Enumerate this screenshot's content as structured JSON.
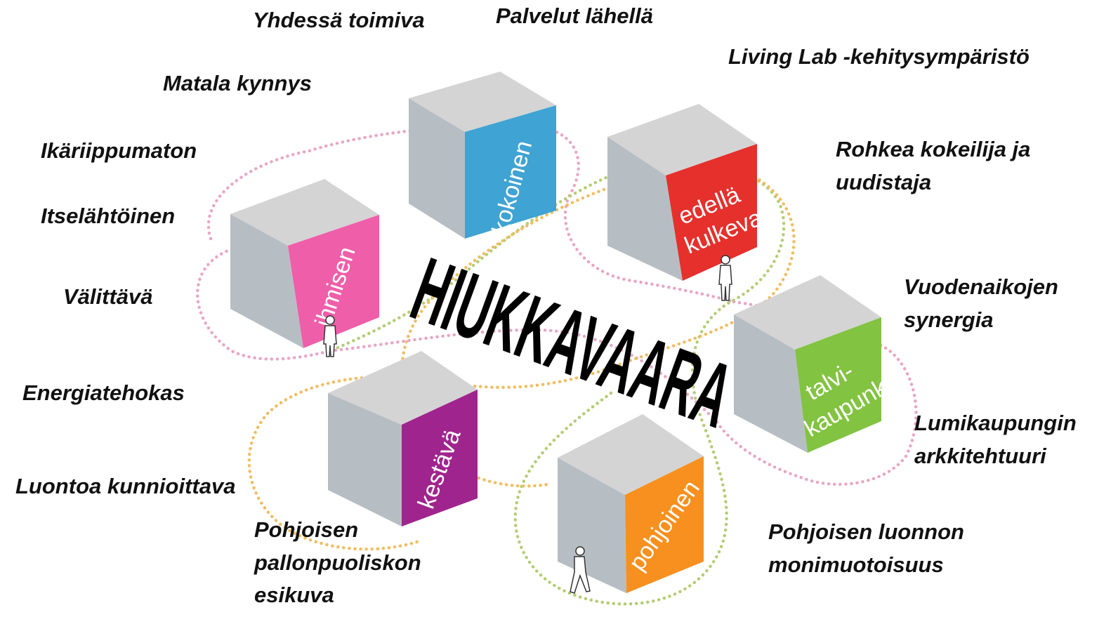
{
  "title": "HIUKKAVAARA",
  "colors": {
    "cube_top": "#d4d4d4",
    "cube_left": "#b7bec3",
    "kokoinen": "#3fa3d3",
    "edella_kulkeva": "#e5302c",
    "ihmisen": "#ef5ea9",
    "talvikaupunki": "#82c341",
    "kestava": "#a0248e",
    "pohjoinen": "#f7901e",
    "dots_pink": "#e8a7c4",
    "dots_green": "#b3cd74",
    "dots_orange": "#f0bd62"
  },
  "cubes": {
    "kokoinen": {
      "lines": [
        "kokoinen"
      ]
    },
    "edella_kulkeva": {
      "lines": [
        "edellä",
        "kulkeva"
      ]
    },
    "ihmisen": {
      "lines": [
        "ihmisen"
      ]
    },
    "talvikaupunki": {
      "lines": [
        "talvi-",
        "kaupunki"
      ]
    },
    "kestava": {
      "lines": [
        "kestävä"
      ]
    },
    "pohjoinen": {
      "lines": [
        "pohjoinen"
      ]
    }
  },
  "labels": {
    "yhdessa_toimiva": [
      "Yhdessä toimiva"
    ],
    "palvelut_lahella": [
      "Palvelut lähellä"
    ],
    "living_lab": [
      "Living Lab -kehitysympäristö"
    ],
    "matala_kynnys": [
      "Matala kynnys"
    ],
    "ikariippumaton": [
      "Ikäriippumaton"
    ],
    "rohkea_kokeilija": [
      "Rohkea kokeilija ja",
      "uudistaja"
    ],
    "itselahtoinen": [
      "Itselähtöinen"
    ],
    "vuodenaikojen_synergia": [
      "Vuodenaikojen",
      "synergia"
    ],
    "valittava": [
      "Välittävä"
    ],
    "energiatehokas": [
      "Energiatehokas"
    ],
    "lumikaupungin_arkkitehtuuri": [
      "Lumikaupungin",
      "arkkitehtuuri"
    ],
    "luontoa_kunnioittava": [
      "Luontoa kunnioittava"
    ],
    "pohjoisen_pallonpuoliskon": [
      "Pohjoisen",
      "pallonpuoliskon",
      "esikuva"
    ],
    "pohjoisen_luonnon": [
      "Pohjoisen luonnon",
      "monimuotoisuus"
    ]
  }
}
